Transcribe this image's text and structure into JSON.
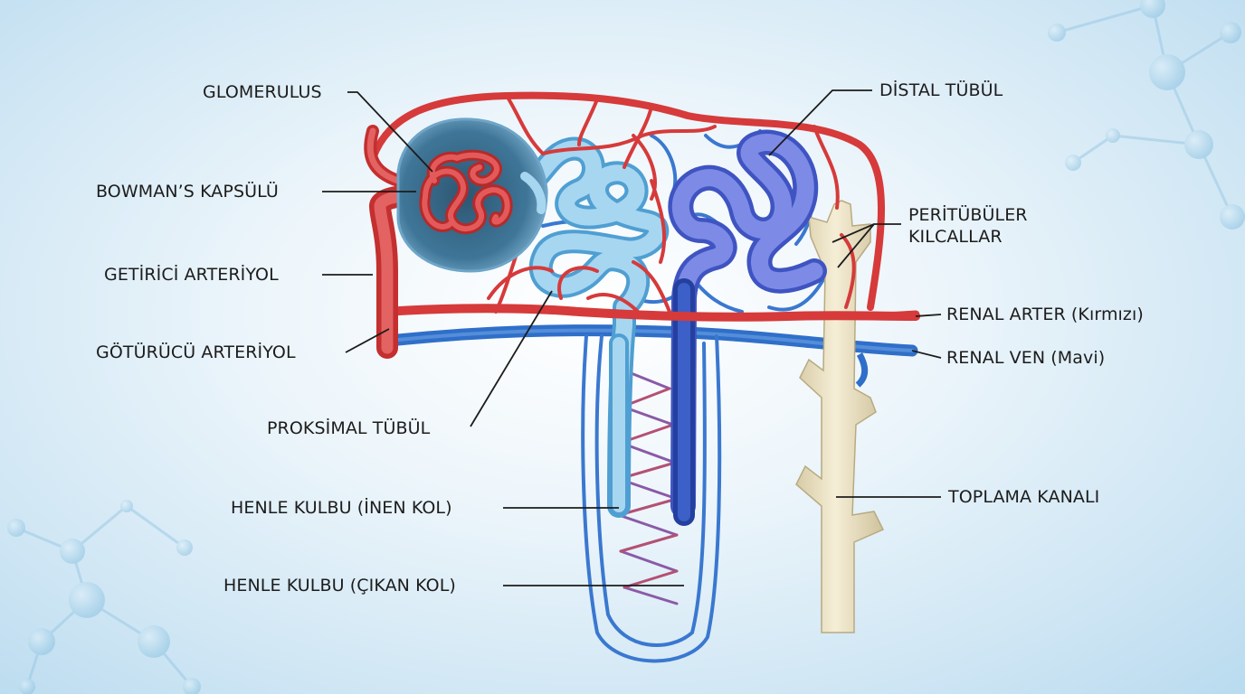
{
  "labels": {
    "glomerulus": "GLOMERULUS",
    "bowman": "BOWMAN’S KAPSÜLÜ",
    "afferent": "GETİRİCİ ARTERİYOL",
    "efferent": "GÖTÜRÜCÜ ARTERİYOL",
    "proximal": "PROKSİMAL TÜBÜL",
    "henle_desc": "HENLE KULBU (İNEN KOL)",
    "henle_asc": "HENLE KULBU (ÇIKAN KOL)",
    "distal": "DİSTAL TÜBÜL",
    "peritubular": "PERİTÜBÜLER\nKILCALLAR",
    "renal_artery": "RENAL ARTER (Kırmızı)",
    "renal_vein": "RENAL VEN (Mavi)",
    "collecting_duct": "TOPLAMA KANALI"
  },
  "colors": {
    "artery": "#d63a3a",
    "vein": "#2f6fc9",
    "proximal_tubule": "#8ec8ea",
    "distal_tubule": "#6f7fe0",
    "collecting_duct": "#ece3c4",
    "capsule": "#3c6f92"
  }
}
